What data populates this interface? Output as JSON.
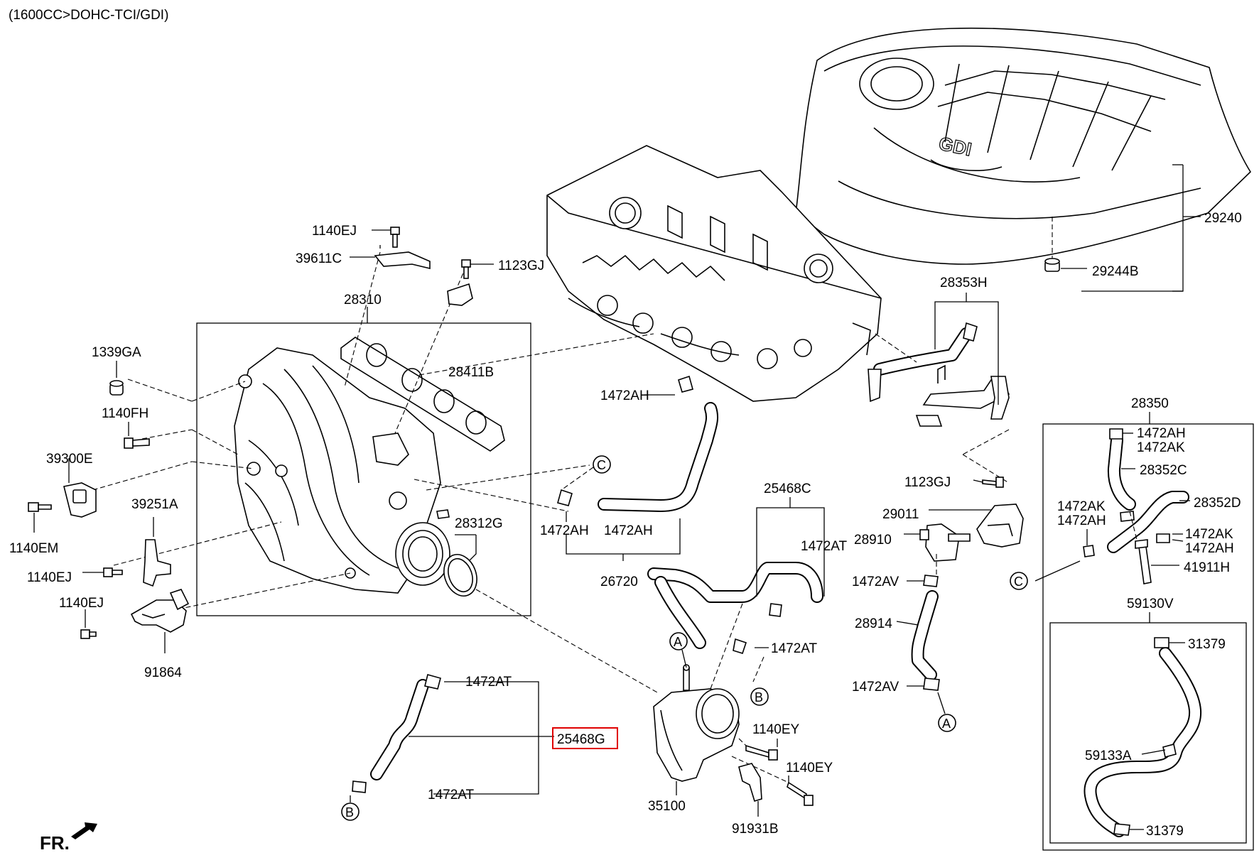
{
  "header": "(1600CC>DOHC-TCI/GDI)",
  "front_marker": "FR.",
  "cover_logo": "GDI",
  "highlight_color": "#e00000",
  "callouts": [
    "A",
    "B",
    "C"
  ],
  "labels": {
    "p1140EJ_top": "1140EJ",
    "p39611C": "39611C",
    "p1123GJ_top": "1123GJ",
    "p28310": "28310",
    "p1339GA": "1339GA",
    "p28411B": "28411B",
    "p1140FH": "1140FH",
    "p39300E": "39300E",
    "p39251A": "39251A",
    "p1140EM": "1140EM",
    "p1140EJ_mid": "1140EJ",
    "p1140EJ_low": "1140EJ",
    "p91864": "91864",
    "p28312G": "28312G",
    "p1472AH_top": "1472AH",
    "p1472AH_left": "1472AH",
    "p1472AH_right": "1472AH",
    "p26720": "26720",
    "p25468C": "25468C",
    "p1472AT_right": "1472AT",
    "p1472AT_lower": "1472AT",
    "p1472AT_g_top": "1472AT",
    "p25468G": "25468G",
    "p1472AT_g_bot": "1472AT",
    "p35100": "35100",
    "p1140EY_1": "1140EY",
    "p1140EY_2": "1140EY",
    "p91931B": "91931B",
    "p28353H": "28353H",
    "p1123GJ_mid": "1123GJ",
    "p29011": "29011",
    "p28910": "28910",
    "p1472AV_top": "1472AV",
    "p28914": "28914",
    "p1472AV_bot": "1472AV",
    "p29240": "29240",
    "p29244B": "29244B",
    "p28350": "28350",
    "p1472AH_box1": "1472AH",
    "p1472AK_box1": "1472AK",
    "p28352C": "28352C",
    "p28352D": "28352D",
    "p1472AK_box2": "1472AK",
    "p1472AH_box2": "1472AH",
    "p1472AK_box3": "1472AK",
    "p1472AH_box3": "1472AH",
    "p41911H": "41911H",
    "p59130V": "59130V",
    "p31379_top": "31379",
    "p59133A": "59133A",
    "p31379_bot": "31379"
  }
}
